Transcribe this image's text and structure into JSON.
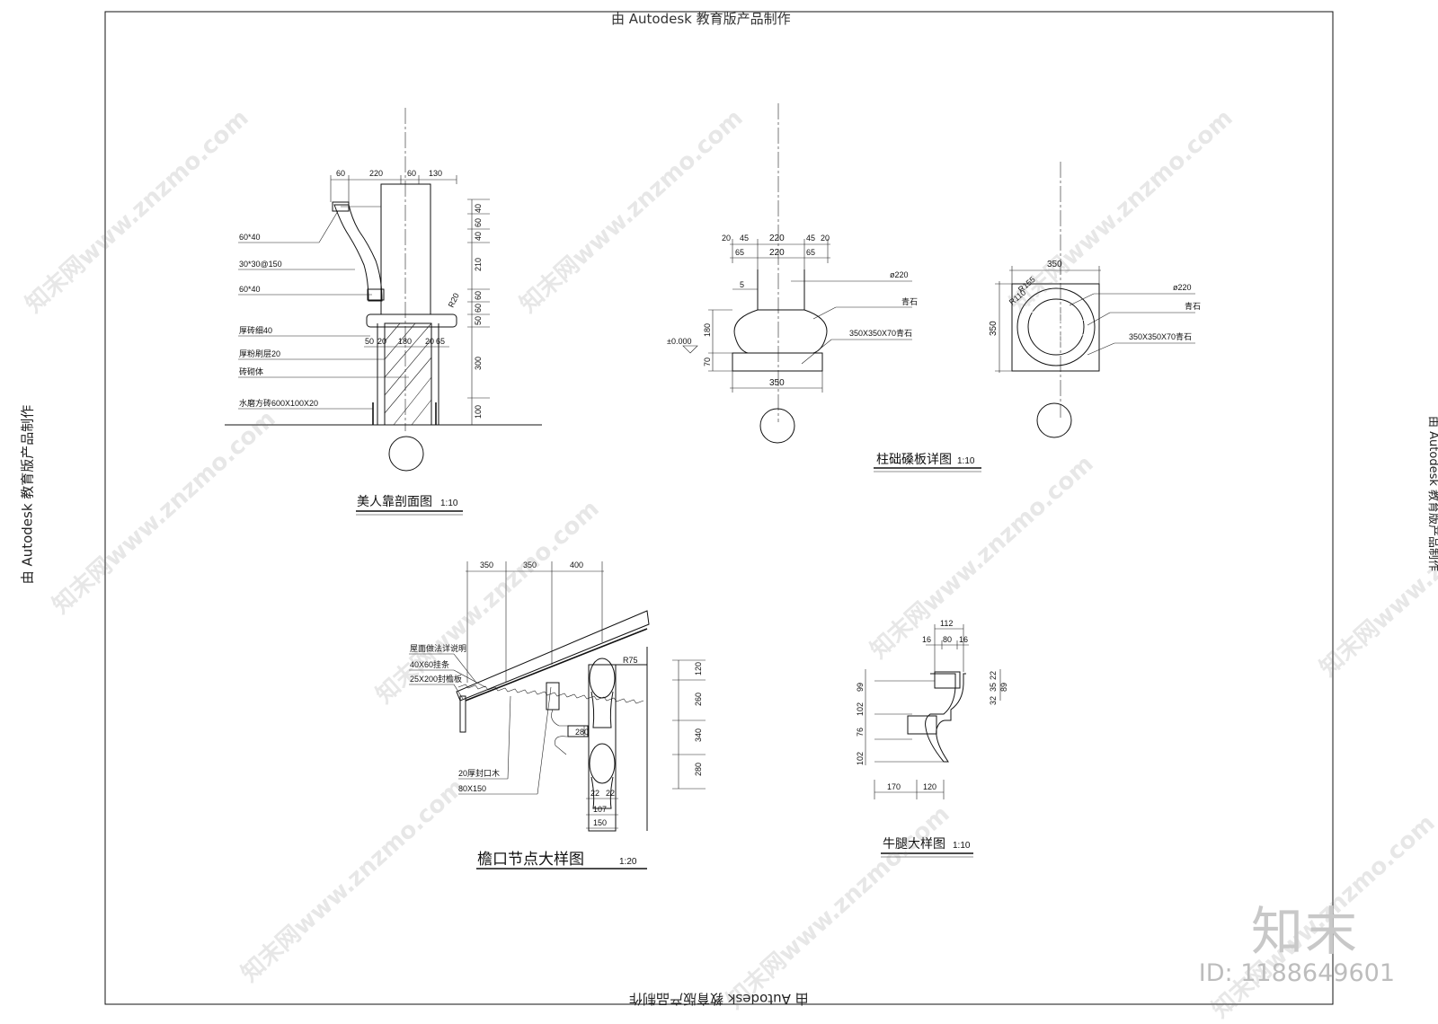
{
  "edu_stamp": "由 Autodesk 教育版产品制作",
  "edu_right": "由 Autodesk 教育版产品制作",
  "watermark_text": "知末网www.znzmo.com",
  "logo": "知末",
  "id_text": "ID: 1188649601",
  "drawings": {
    "meirenkao": {
      "title": "美人靠剖面图",
      "scale": "1:10",
      "dims_top": [
        "60",
        "220",
        "60",
        "130"
      ],
      "dims_right": [
        "40",
        "60",
        "40",
        "210",
        "60",
        "60",
        "50",
        "300",
        "100"
      ],
      "dims_mid": [
        "50",
        "20",
        "180",
        "20",
        "65"
      ],
      "radius": "R20",
      "labels": [
        "60*40",
        "30*30@150",
        "60*40",
        "厚砖细40",
        "厚粉刷层20",
        "砖砌体",
        "水磨方砖600X100X20"
      ]
    },
    "zhuchu": {
      "title": "柱础磉板详图",
      "scale": "1:10",
      "dims_top1": [
        "20",
        "45",
        "220",
        "45",
        "20"
      ],
      "dims_top2": [
        "65",
        "220",
        "65"
      ],
      "dims_left": [
        "180",
        "70"
      ],
      "dim_5": "5",
      "level": "±0.000",
      "dim_bottom": "350",
      "labels": [
        "ø220",
        "青石",
        "350X350X70青石"
      ]
    },
    "zhuchu_plan": {
      "dim_top": "350",
      "dim_left": "350",
      "radii": [
        "R155",
        "R110"
      ],
      "labels": [
        "ø220",
        "青石",
        "350X350X70青石"
      ]
    },
    "yankou": {
      "title": "檐口节点大样图",
      "scale": "1:20",
      "dims_top": [
        "350",
        "350",
        "400"
      ],
      "dims_right": [
        "120",
        "260",
        "340",
        "280"
      ],
      "dims_bottom": [
        "22",
        "22",
        "107",
        "150"
      ],
      "dim_280": "280",
      "radius": "R75",
      "labels": [
        "屋面做法详说明",
        "40X60挂条",
        "25X200封檐板",
        "20厚封口木",
        "80X150"
      ]
    },
    "niutui": {
      "title": "牛腿大样图",
      "scale": "1:10",
      "dims_top1": [
        "112"
      ],
      "dims_top2": [
        "16",
        "80",
        "16"
      ],
      "dims_left": [
        "99",
        "102",
        "76",
        "102"
      ],
      "dims_right": [
        "22",
        "35",
        "89",
        "32"
      ],
      "dims_bottom": [
        "170",
        "120"
      ]
    }
  }
}
